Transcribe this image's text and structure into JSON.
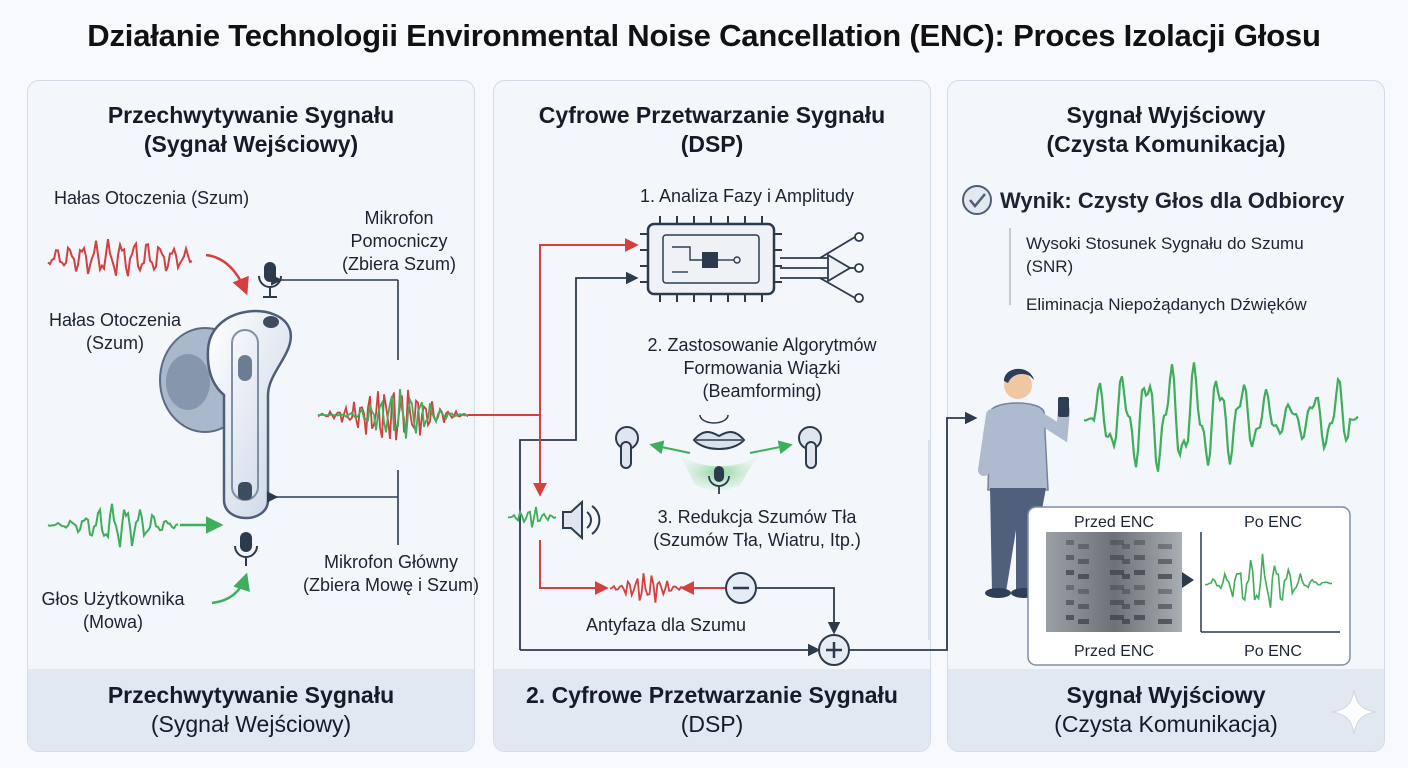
{
  "title": "Działanie Technologii Environmental Noise Cancellation (ENC): Proces Izolacji Głosu",
  "panel1": {
    "heading": [
      "Przechwytywanie Sygnału",
      "(Sygnał Wejściowy)"
    ],
    "noise_top": "Hałas Otoczenia (Szum)",
    "noise_mid": [
      "Hałas Otoczenia",
      "(Szum)"
    ],
    "aux_mic": [
      "Mikrofon",
      "Pomocniczy",
      "(Zbiera Szum)"
    ],
    "main_mic": [
      "Mikrofon Główny",
      "(Zbiera Mowę i Szum)"
    ],
    "voice": [
      "Głos Użytkownika",
      "(Mowa)"
    ],
    "footer": [
      "Przechwytywanie Sygnału",
      "(Sygnał Wejściowy)"
    ]
  },
  "panel2": {
    "heading": [
      "Cyfrowe Przetwarzanie Sygnału",
      "(DSP)"
    ],
    "step1": "1. Analiza Fazy i Amplitudy",
    "step2": [
      "2. Zastosowanie Algorytmów",
      "Formowania Wiązki",
      "(Beamforming)"
    ],
    "step3": [
      "3. Redukcja Szumów Tła",
      "(Szumów Tła, Wiatru, Itp.)"
    ],
    "antiphase": "Antyfaza dla Szumu",
    "footer": [
      "2. Cyfrowe Przetwarzanie Sygnału",
      "(DSP)"
    ]
  },
  "panel3": {
    "heading": [
      "Sygnał Wyjściowy",
      "(Czysta Komunikacja)"
    ],
    "result": "Wynik: Czysty Głos dla Odbiorcy",
    "bullets": [
      [
        "Wysoki Stosunek Sygnału do Szumu",
        "(SNR)"
      ],
      [
        "Eliminacja Niepożądanych Dźwięków"
      ]
    ],
    "before_top": "Przed ENC",
    "after_top": "Po ENC",
    "before_bottom": "Przed ENC",
    "after_bottom": "Po ENC",
    "footer": [
      "Sygnał Wyjściowy",
      "(Czysta Komunikacja)"
    ]
  },
  "colors": {
    "noise": "#d2403f",
    "voice": "#3fae5a",
    "line": "#2c3a4e",
    "panel": "#f3f6fa",
    "footer": "#e1e8f1"
  },
  "icons": [
    "earbud-icon",
    "microphone-icon",
    "chip-icon",
    "speaker-icon",
    "minus-icon",
    "plus-icon",
    "check-circle-icon",
    "person-icon",
    "lips-icon",
    "sparkle-icon"
  ]
}
